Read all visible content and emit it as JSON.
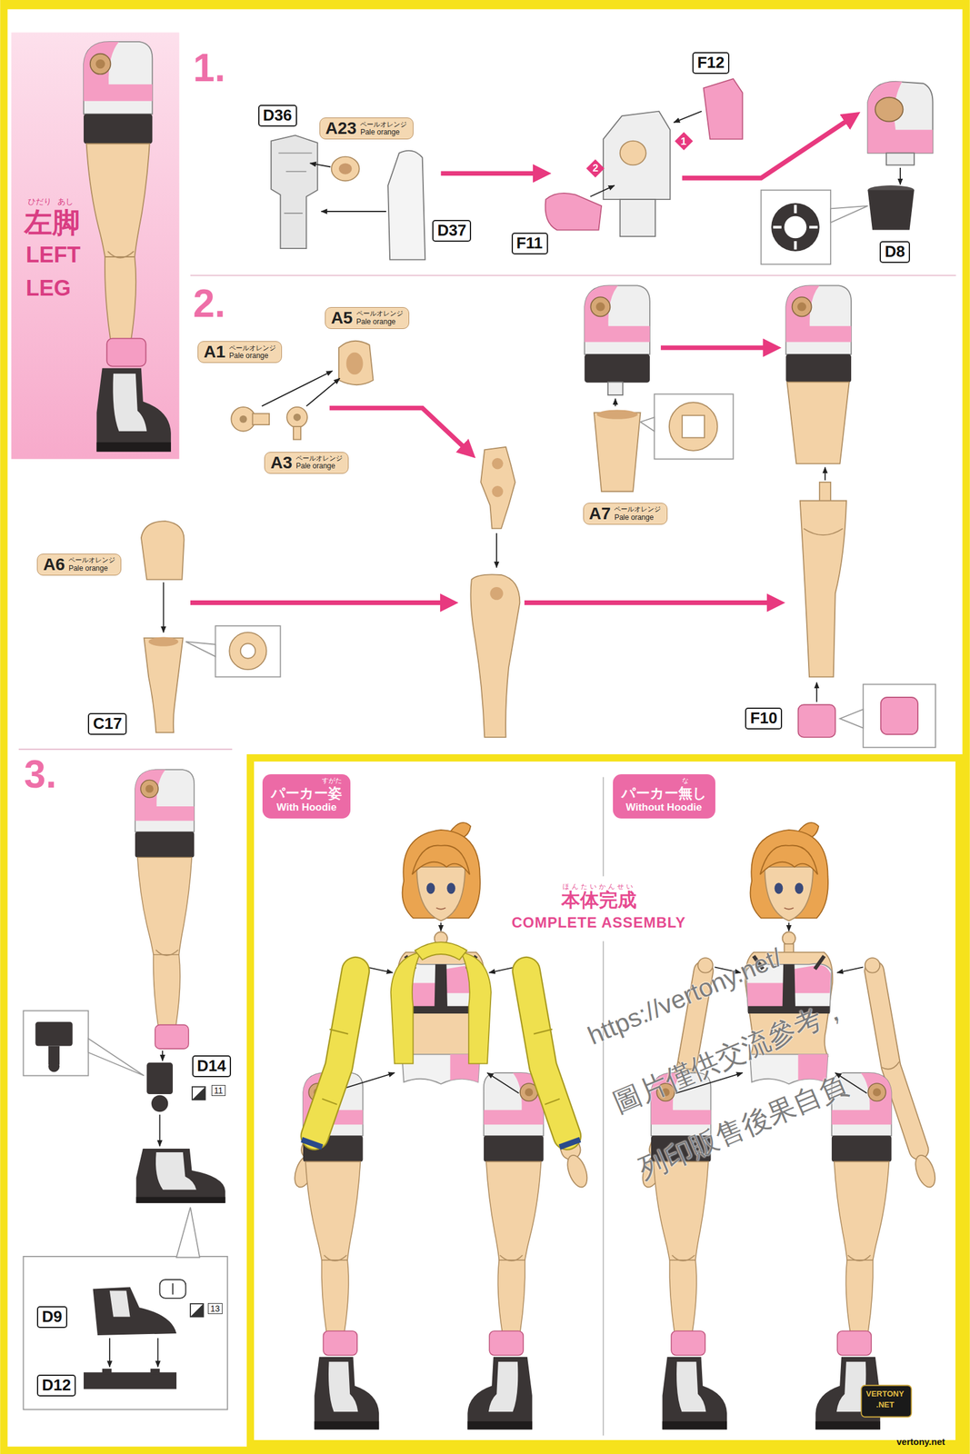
{
  "diagram": {
    "nodes": [
      {
        "text": [
          "ひだり",
          "あし",
          "左脚",
          "LEFT",
          "LEG"
        ]
      },
      {
        "text": [
          "D36"
        ]
      },
      {
        "text": [
          "A23",
          "ペールオレンジ",
          "Pale orange"
        ]
      },
      {
        "text": [
          "D37"
        ]
      },
      {
        "text": [
          "F12"
        ]
      },
      {
        "text": [
          "1"
        ]
      },
      {
        "text": [
          "2"
        ]
      },
      {
        "text": [
          "F11"
        ]
      },
      {
        "text": [
          "D8"
        ]
      },
      {
        "text": [
          "A5",
          "ペールオレンジ",
          "Pale orange"
        ]
      },
      {
        "text": [
          "A1",
          "ペールオレンジ",
          "Pale orange"
        ]
      },
      {
        "text": [
          "A3",
          "ペールオレンジ",
          "Pale orange"
        ]
      },
      {
        "text": [
          "A7",
          "ペールオレンジ",
          "Pale orange"
        ]
      },
      {
        "text": [
          "A6",
          "ペールオレンジ",
          "Pale orange"
        ]
      },
      {
        "text": [
          "C17"
        ]
      },
      {
        "text": [
          "F10"
        ]
      },
      {
        "text": [
          "D14"
        ]
      },
      {
        "text": [
          "D9"
        ]
      },
      {
        "text": [
          "D12"
        ]
      },
      {
        "text": [
          "ほんたいかんせい",
          "本体完成",
          "COMPLETE ASSEMBLY"
        ]
      },
      {
        "text": [
          "すがた",
          "パーカー姿",
          "With Hoodie"
        ],
        "in": 19
      },
      {
        "text": [
          "な",
          "パーカー無し",
          "Without Hoodie"
        ],
        "in": 19
      }
    ],
    "labels": [
      "1.",
      "2.",
      "3.",
      "11",
      "13",
      "https://vertony.net/",
      "圖片僅供交流參考，",
      "列印販售後果自負",
      "VERTONY",
      ".NET",
      "vertony.net"
    ]
  }
}
